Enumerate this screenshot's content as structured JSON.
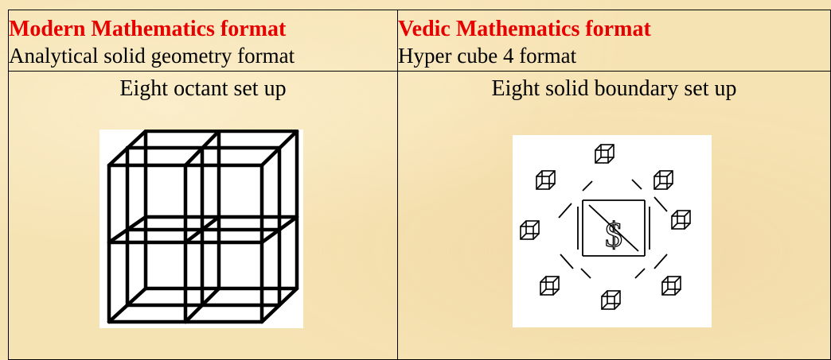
{
  "left": {
    "title": "Modern Mathematics format",
    "subtitle": "Analytical solid geometry format",
    "caption": "Eight octant set up",
    "figure_icon": "eight-octant-cube-grid-icon"
  },
  "right": {
    "title": "Vedic Mathematics format",
    "subtitle": "Hyper cube 4 format",
    "caption": "Eight solid boundary set up",
    "figure_icon": "hyper-cube-4-eight-solids-icon",
    "center_symbol": "$"
  },
  "colors": {
    "title": "#e60000",
    "background": "#f6e3b4",
    "border": "#000000"
  }
}
